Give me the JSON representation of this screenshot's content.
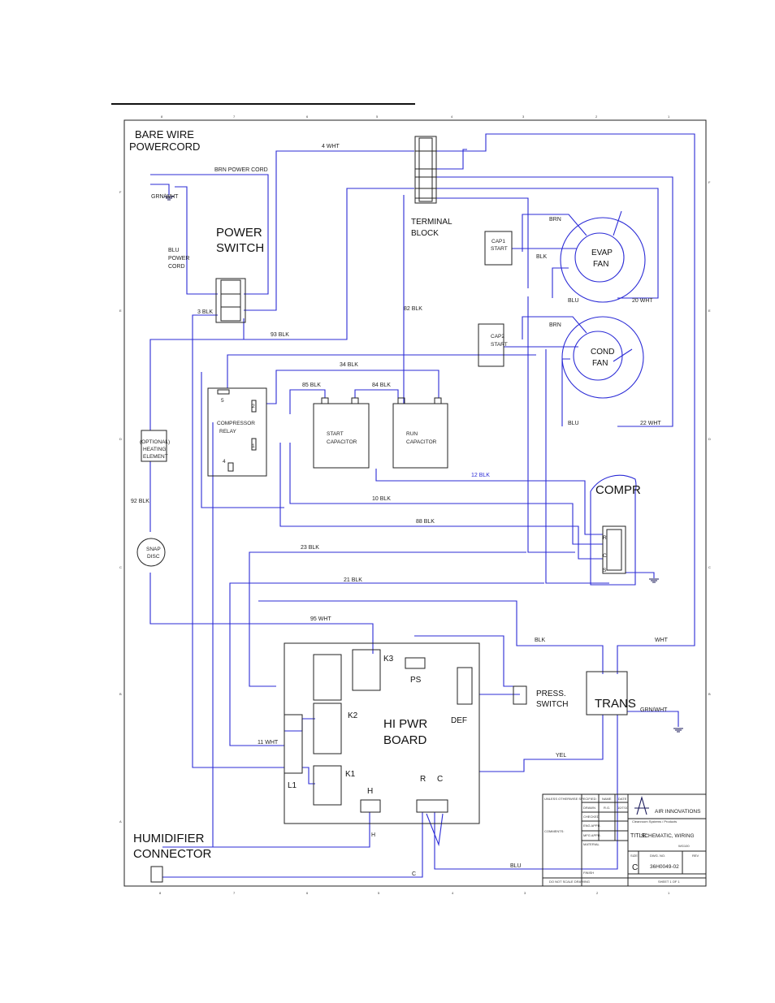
{
  "grid": {
    "cols_top": [
      "8",
      "7",
      "6",
      "5",
      "4",
      "3",
      "2",
      "1"
    ],
    "rows": [
      "F",
      "E",
      "D",
      "C",
      "B",
      "A"
    ]
  },
  "headings": {
    "bare_wire": "BARE WIRE",
    "powercord": "POWERCORD",
    "power": "POWER",
    "switch": "SWITCH",
    "terminal": "TERMINAL",
    "block": "BLOCK",
    "humidifier": "HUMIDIFIER",
    "connector": "CONNECTOR",
    "compr": "COMPR",
    "trans": "TRANS",
    "hi_pwr": "HI PWR",
    "board": "BOARD",
    "evap": "EVAP",
    "fan": "FAN",
    "cond": "COND",
    "press": "PRESS.",
    "press_switch": "SWITCH"
  },
  "components": {
    "cap1": "CAP1",
    "cap1_start": "START",
    "cap2": "CAP2",
    "cap2_start": "START",
    "compressor": "COMPRESSOR",
    "relay": "RELAY",
    "start": "START",
    "run": "RUN",
    "capacitor": "CAPACITOR",
    "optional": "(OPTIONAL)",
    "heating": "HEATING",
    "element": "ELEMENT",
    "snap": "SNAP",
    "disc": "DISC",
    "blu": "BLU",
    "power_l": "POWER",
    "cord": "CORD"
  },
  "wire_labels": {
    "w4": "4 WHT",
    "brn_cord": "BRN POWER CORD",
    "grn_wht": "GRN/WHT",
    "blk3": "3 BLK",
    "blk93": "93 BLK",
    "blk82": "82 BLK",
    "blk34": "34 BLK",
    "blk85": "85 BLK",
    "blk84": "84 BLK",
    "blk12": "12 BLK",
    "blk10": "10 BLK",
    "blk88": "88 BLK",
    "blk23": "23 BLK",
    "blk21": "21 BLK",
    "wht95": "95 WHT",
    "wht11": "11 WHT",
    "blk92": "92 BLK",
    "brn1": "BRN",
    "brn2": "BRN",
    "blk_evap": "BLK",
    "blu1": "BLU",
    "blu2": "BLU",
    "wht20": "20 WHT",
    "wht22": "22 WHT",
    "blk_trans": "BLK",
    "wht_trans": "WHT",
    "grn_wht2": "GRN/WHT",
    "yel": "YEL",
    "blu_bottom": "BLU",
    "h": "H",
    "c": "C"
  },
  "board": {
    "k1": "K1",
    "k2": "K2",
    "k3": "K3",
    "l1": "L1",
    "ps": "PS",
    "def": "DEF",
    "h": "H",
    "r": "R",
    "c": "C"
  },
  "relay_pins": {
    "p5": "5",
    "p2": "2",
    "p1": "1",
    "p4": "4"
  },
  "compr_pins": {
    "r": "R",
    "c": "C",
    "s": "S"
  },
  "title_block": {
    "company": "AIR INNOVATIONS",
    "tagline": "Cleanroom Systems / Products",
    "title_label": "TITLE:",
    "title": "SCHEMATIC, WIRING",
    "model": "WG100",
    "size_label": "SIZE",
    "size": "C",
    "dwg_label": "DWG. NO.",
    "dwg_no": "36H0049-02",
    "rev_label": "REV",
    "sheet": "SHEET 1 OF 1",
    "name_col": "NAME",
    "date_col": "DATE",
    "drawn": "DRAWN",
    "checked": "CHECKED",
    "eng_appr": "ENG APPR.",
    "mfg_appr": "MFG APPR.",
    "drawn_name": "R.G.",
    "drawn_date": "10/7/10",
    "unless": "UNLESS OTHERWISE SPECIFIED:",
    "material": "MATERIAL",
    "comments": "COMMENTS:",
    "finish": "FINISH",
    "do_not_scale": "DO NOT SCALE DRAWING"
  }
}
